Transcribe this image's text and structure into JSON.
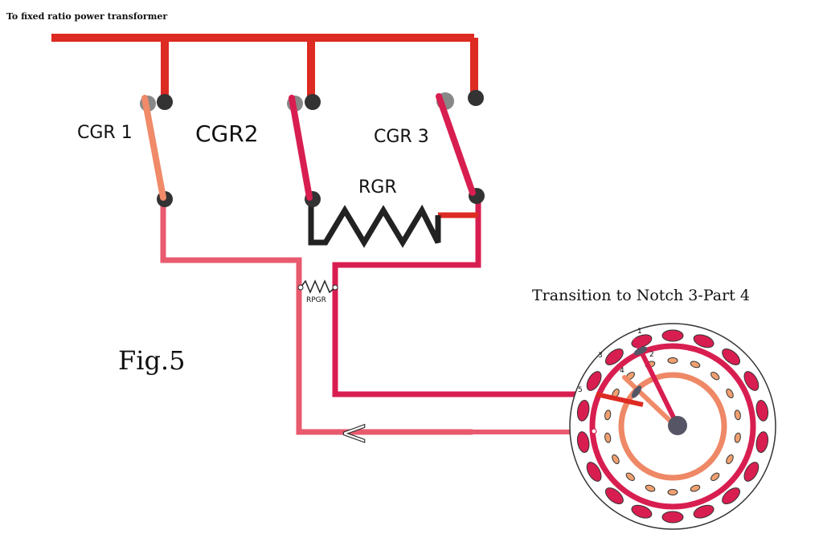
{
  "header": {
    "caption": "To fixed ratio power transformer"
  },
  "switches": [
    {
      "label": "CGR 1"
    },
    {
      "label": "CGR2"
    },
    {
      "label": "CGR 3"
    }
  ],
  "resistor": {
    "label": "RGR"
  },
  "small_resistor": {
    "label": "RPGR"
  },
  "figure": {
    "label": "Fig.5"
  },
  "transition": {
    "title": "Transition to Notch 3-Part 4"
  },
  "selector": {
    "notches": [
      "1",
      "2",
      "3",
      "4",
      "5"
    ]
  },
  "arrow": {
    "glyph": "<"
  },
  "colors": {
    "bus": "#dd2a22",
    "main_path": "#e85a6e",
    "crimson": "#d81e50",
    "switch_orange": "#f08a68",
    "contact": "#333333",
    "coil": "#222222",
    "inner_ring": "#ee8866",
    "inner_contact": "#f0a070"
  }
}
